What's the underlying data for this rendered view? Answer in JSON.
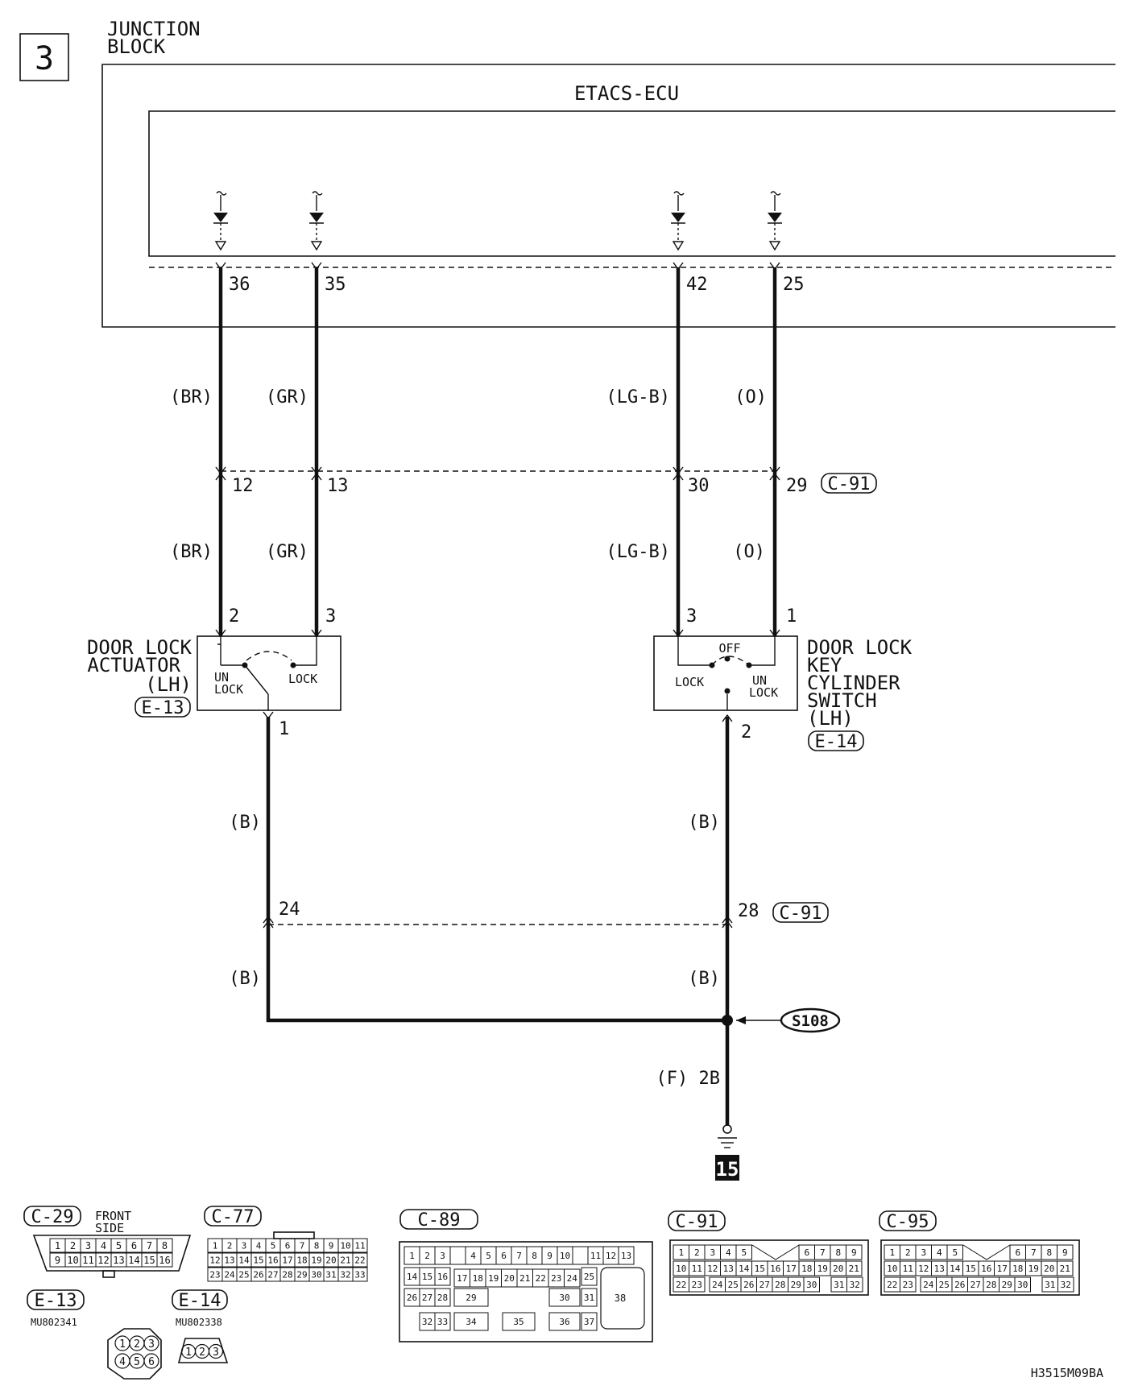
{
  "page": {
    "number": "3",
    "code": "H3515M09BA"
  },
  "junction_block": {
    "title_line1": "JUNCTION",
    "title_line2": "BLOCK"
  },
  "ecu": {
    "title": "ETACS-ECU"
  },
  "ecu_pins": [
    "36",
    "35",
    "42",
    "25"
  ],
  "wires_upper": [
    "(BR)",
    "(GR)",
    "(LG-B)",
    "(O)"
  ],
  "connector_c91_upper": {
    "pins": [
      "12",
      "13",
      "30",
      "29"
    ],
    "name": "C-91"
  },
  "wires_middle": [
    "(BR)",
    "(GR)",
    "(LG-B)",
    "(O)"
  ],
  "actuator": {
    "pins": [
      "2",
      "3"
    ],
    "ground_pin": "1",
    "name_line1": "DOOR LOCK",
    "name_line2": "ACTUATOR",
    "name_line3": "(LH)",
    "connector": "E-13",
    "switch_unlock_line1": "UN",
    "switch_unlock_line2": "LOCK",
    "switch_lock": "LOCK"
  },
  "key_switch": {
    "pins": [
      "3",
      "1"
    ],
    "ground_pin": "2",
    "name_line1": "DOOR LOCK",
    "name_line2": "KEY",
    "name_line3": "CYLINDER",
    "name_line4": "SWITCH",
    "name_line5": "(LH)",
    "connector": "E-14",
    "off_label": "OFF",
    "lock_label": "LOCK",
    "unlock_line1": "UN",
    "unlock_line2": "LOCK"
  },
  "ground_wires": {
    "left_upper": "(B)",
    "right_upper": "(B)",
    "left_lower": "(B)",
    "right_lower": "(B)",
    "pin_left": "24",
    "pin_right": "28",
    "connector": "C-91",
    "splice": "S108",
    "ground_wire": "(F) 2B",
    "ground_point": "15"
  },
  "connectors": {
    "c29": {
      "name": "C-29",
      "note_line1": "FRONT",
      "note_line2": "SIDE",
      "row1": [
        "1",
        "2",
        "3",
        "4",
        "5",
        "6",
        "7",
        "8"
      ],
      "row2": [
        "9",
        "10",
        "11",
        "12",
        "13",
        "14",
        "15",
        "16"
      ]
    },
    "c77": {
      "name": "C-77",
      "row1": [
        "1",
        "2",
        "3",
        "4",
        "5",
        "6",
        "7",
        "8",
        "9",
        "10",
        "11"
      ],
      "row2": [
        "12",
        "13",
        "14",
        "15",
        "16",
        "17",
        "18",
        "19",
        "20",
        "21",
        "22"
      ],
      "row3": [
        "23",
        "24",
        "25",
        "26",
        "27",
        "28",
        "29",
        "30",
        "31",
        "32",
        "33"
      ]
    },
    "c89": {
      "name": "C-89",
      "row1": [
        "1",
        "2",
        "3",
        "",
        "4",
        "5",
        "6",
        "7",
        "8",
        "9",
        "10",
        "",
        "11",
        "12",
        "13"
      ],
      "row2": [
        "14",
        "15",
        "16",
        "17",
        "18",
        "19",
        "20",
        "21",
        "22",
        "23",
        "24",
        "25"
      ],
      "row3": [
        "26",
        "27",
        "28",
        "29",
        "30",
        "31"
      ],
      "row4": [
        "32",
        "33",
        "34",
        "35",
        "36",
        "37"
      ],
      "big": "38"
    },
    "c91": {
      "name": "C-91",
      "row1": [
        "1",
        "2",
        "3",
        "4",
        "5",
        "6",
        "7",
        "8",
        "9"
      ],
      "row2": [
        "10",
        "11",
        "12",
        "13",
        "14",
        "15",
        "16",
        "17",
        "18",
        "19",
        "20",
        "21"
      ],
      "row3": [
        "22",
        "23",
        "24",
        "25",
        "26",
        "27",
        "28",
        "29",
        "30",
        "31",
        "32"
      ]
    },
    "c95": {
      "name": "C-95",
      "row1": [
        "1",
        "2",
        "3",
        "4",
        "5",
        "6",
        "7",
        "8",
        "9"
      ],
      "row2": [
        "10",
        "11",
        "12",
        "13",
        "14",
        "15",
        "16",
        "17",
        "18",
        "19",
        "20",
        "21"
      ],
      "row3": [
        "22",
        "23",
        "24",
        "25",
        "26",
        "27",
        "28",
        "29",
        "30",
        "31",
        "32"
      ]
    },
    "e13": {
      "name": "E-13",
      "part": "MU802341",
      "pins": [
        "1",
        "2",
        "3",
        "4",
        "5",
        "6"
      ]
    },
    "e14": {
      "name": "E-14",
      "part": "MU802338",
      "pins": [
        "1",
        "2",
        "3"
      ]
    }
  }
}
